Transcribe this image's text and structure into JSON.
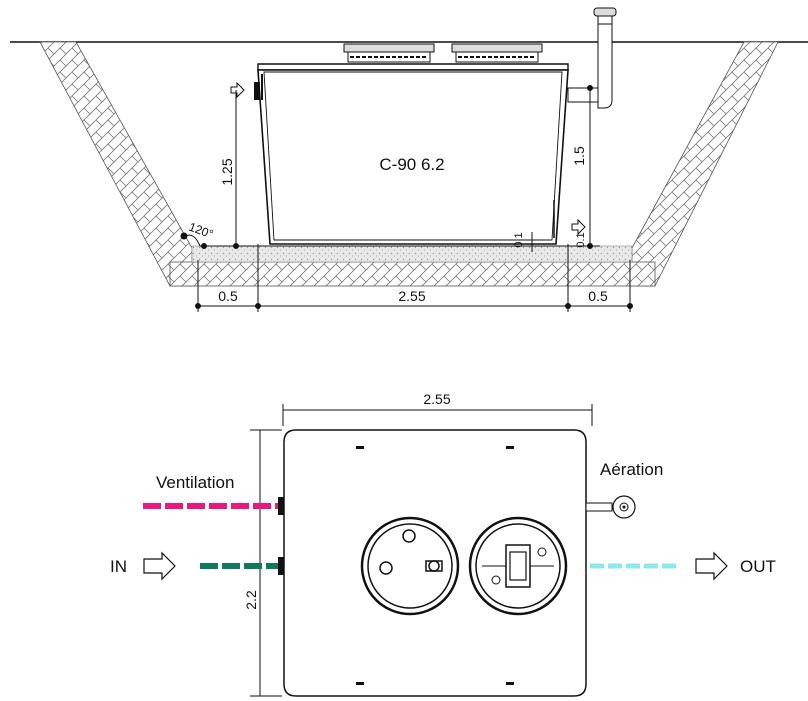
{
  "section_view": {
    "tank_label": "C-90 6.2",
    "angle_label": "120°",
    "dim_left_height": "1.25",
    "dim_right_height": "1.5",
    "dim_small_left": "0.1",
    "dim_small_right": "0.1",
    "dim_base_left": "0.5",
    "dim_base_center": "2.55",
    "dim_base_right": "0.5"
  },
  "plan_view": {
    "dim_width": "2.55",
    "dim_depth": "2.2",
    "label_ventilation": "Ventilation",
    "label_aeration": "Aération",
    "label_in": "IN",
    "label_out": "OUT"
  },
  "colors": {
    "ventilation_pipe": "#e8197d",
    "inlet_pipe": "#0f7a5c",
    "outlet_pipe": "#8fe8ef"
  }
}
